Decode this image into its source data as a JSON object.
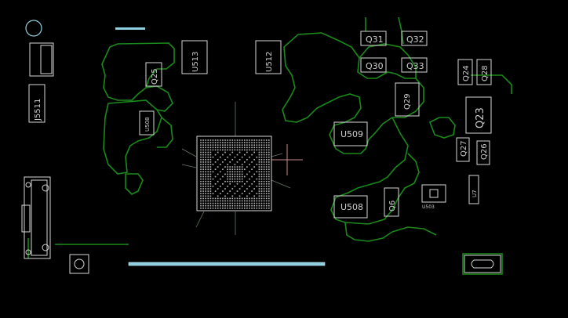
{
  "board": {
    "background": "#000000",
    "copper_color": "#1a8a1a",
    "silk_color": "#d8d8d8",
    "accent_color": "#8fd0e0",
    "crosshair_color": "#c98a8a"
  },
  "labels": {
    "j5511": "J5511",
    "u513": "U513",
    "u512": "U512",
    "q25": "Q25",
    "u508_left": "U508",
    "q31": "Q31",
    "q32": "Q32",
    "q30": "Q30",
    "q33": "Q33",
    "q24": "Q24",
    "q28": "Q28",
    "q29": "Q29",
    "q23": "Q23",
    "u509": "U509",
    "q27": "Q27",
    "q26": "Q26",
    "u503": "U503",
    "u508": "U508",
    "q6": "Q6",
    "u7": "U7"
  }
}
